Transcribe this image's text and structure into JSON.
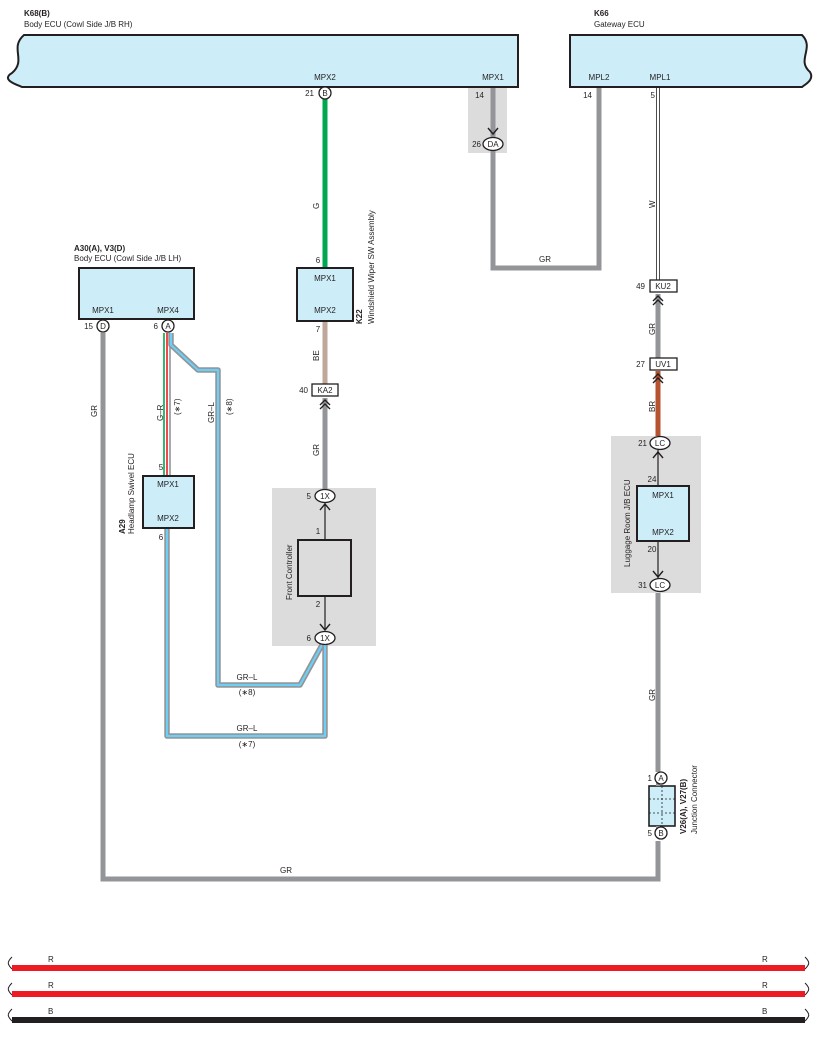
{
  "components": {
    "k68": {
      "id": "K68(B)",
      "name": "Body ECU (Cowl Side J/B RH)",
      "term_mpx2": "MPX2",
      "term_mpx1": "MPX1"
    },
    "k66": {
      "id": "K66",
      "name": "Gateway ECU",
      "term_mpl2": "MPL2",
      "term_mpl1": "MPL1"
    },
    "a30": {
      "id": "A30(A), V3(D)",
      "name": "Body ECU (Cowl Side J/B LH)",
      "term_mpx1": "MPX1",
      "term_mpx4": "MPX4"
    },
    "k22": {
      "id": "K22",
      "name": "Windshield Wiper SW Assembly",
      "term_mpx1": "MPX1",
      "term_mpx2": "MPX2"
    },
    "a29": {
      "id": "A29",
      "name": "Headlamp Swivel ECU",
      "term_mpx1": "MPX1",
      "term_mpx2": "MPX2"
    },
    "front_controller": {
      "name": "Front Controller"
    },
    "luggage": {
      "name": "Luggage Room J/B ECU",
      "term_mpx1": "MPX1",
      "term_mpx2": "MPX2"
    },
    "v26": {
      "id": "V26(A), V27(B)",
      "name": "Junction Connector"
    }
  },
  "pins": {
    "k68_mpx2": "21",
    "k68_mpx2_conn": "B",
    "k68_mpx1": "14",
    "da_pin": "26",
    "da_conn": "DA",
    "k66_mpl2": "14",
    "k66_mpl1": "5",
    "k22_mpx1": "6",
    "k22_mpx2": "7",
    "ka2_pin": "40",
    "ka2_conn": "KA2",
    "a30_mpx1": "15",
    "a30_mpx1_conn": "D",
    "a30_mpx4": "6",
    "a30_mpx4_conn": "A",
    "a29_mpx1": "5",
    "a29_mpx2": "6",
    "fc_top_pin": "5",
    "fc_top_conn": "1X",
    "fc_in": "1",
    "fc_out": "2",
    "fc_bot_pin": "6",
    "fc_bot_conn": "1X",
    "ku2_pin": "49",
    "ku2_conn": "KU2",
    "uv1_pin": "27",
    "uv1_conn": "UV1",
    "lc_top_pin": "21",
    "lc_top_conn": "LC",
    "lc_in": "24",
    "lc_out": "20",
    "lc_bot_pin": "31",
    "lc_bot_conn": "LC",
    "v26_top_pin": "1",
    "v26_top_conn": "A",
    "v26_bot_pin": "5",
    "v26_bot_conn": "B"
  },
  "wires": {
    "g": "G",
    "gr_da": "GR",
    "w": "W",
    "gr_k66": "GR",
    "be": "BE",
    "gr_ka2": "GR",
    "gr_left": "GR",
    "g_r": "G–R",
    "g_r_note": "(∗7)",
    "gr_l_a": "GR–L",
    "gr_l_a_note": "(∗8)",
    "gr_l_b": "GR–L",
    "gr_l_b_note": "(∗8)",
    "gr_l_c": "GR–L",
    "gr_l_c_note": "(∗7)",
    "gr_uv1": "GR",
    "br": "BR",
    "gr_right": "GR",
    "gr_bottom": "GR"
  },
  "power_lines": [
    {
      "left": "R",
      "right": "R"
    },
    {
      "left": "R",
      "right": "R"
    },
    {
      "left": "B",
      "right": "B"
    }
  ],
  "colors": {
    "ecu_fill": "#cdeef8",
    "shade": "#dcdcdd",
    "wire_gray": "#939598",
    "wire_green": "#00a650",
    "wire_tan": "#bfa899",
    "wire_brown": "#b5522f",
    "wire_blue": "#6dcff6",
    "power_red": "#ed1c24",
    "power_black": "#231f20"
  }
}
